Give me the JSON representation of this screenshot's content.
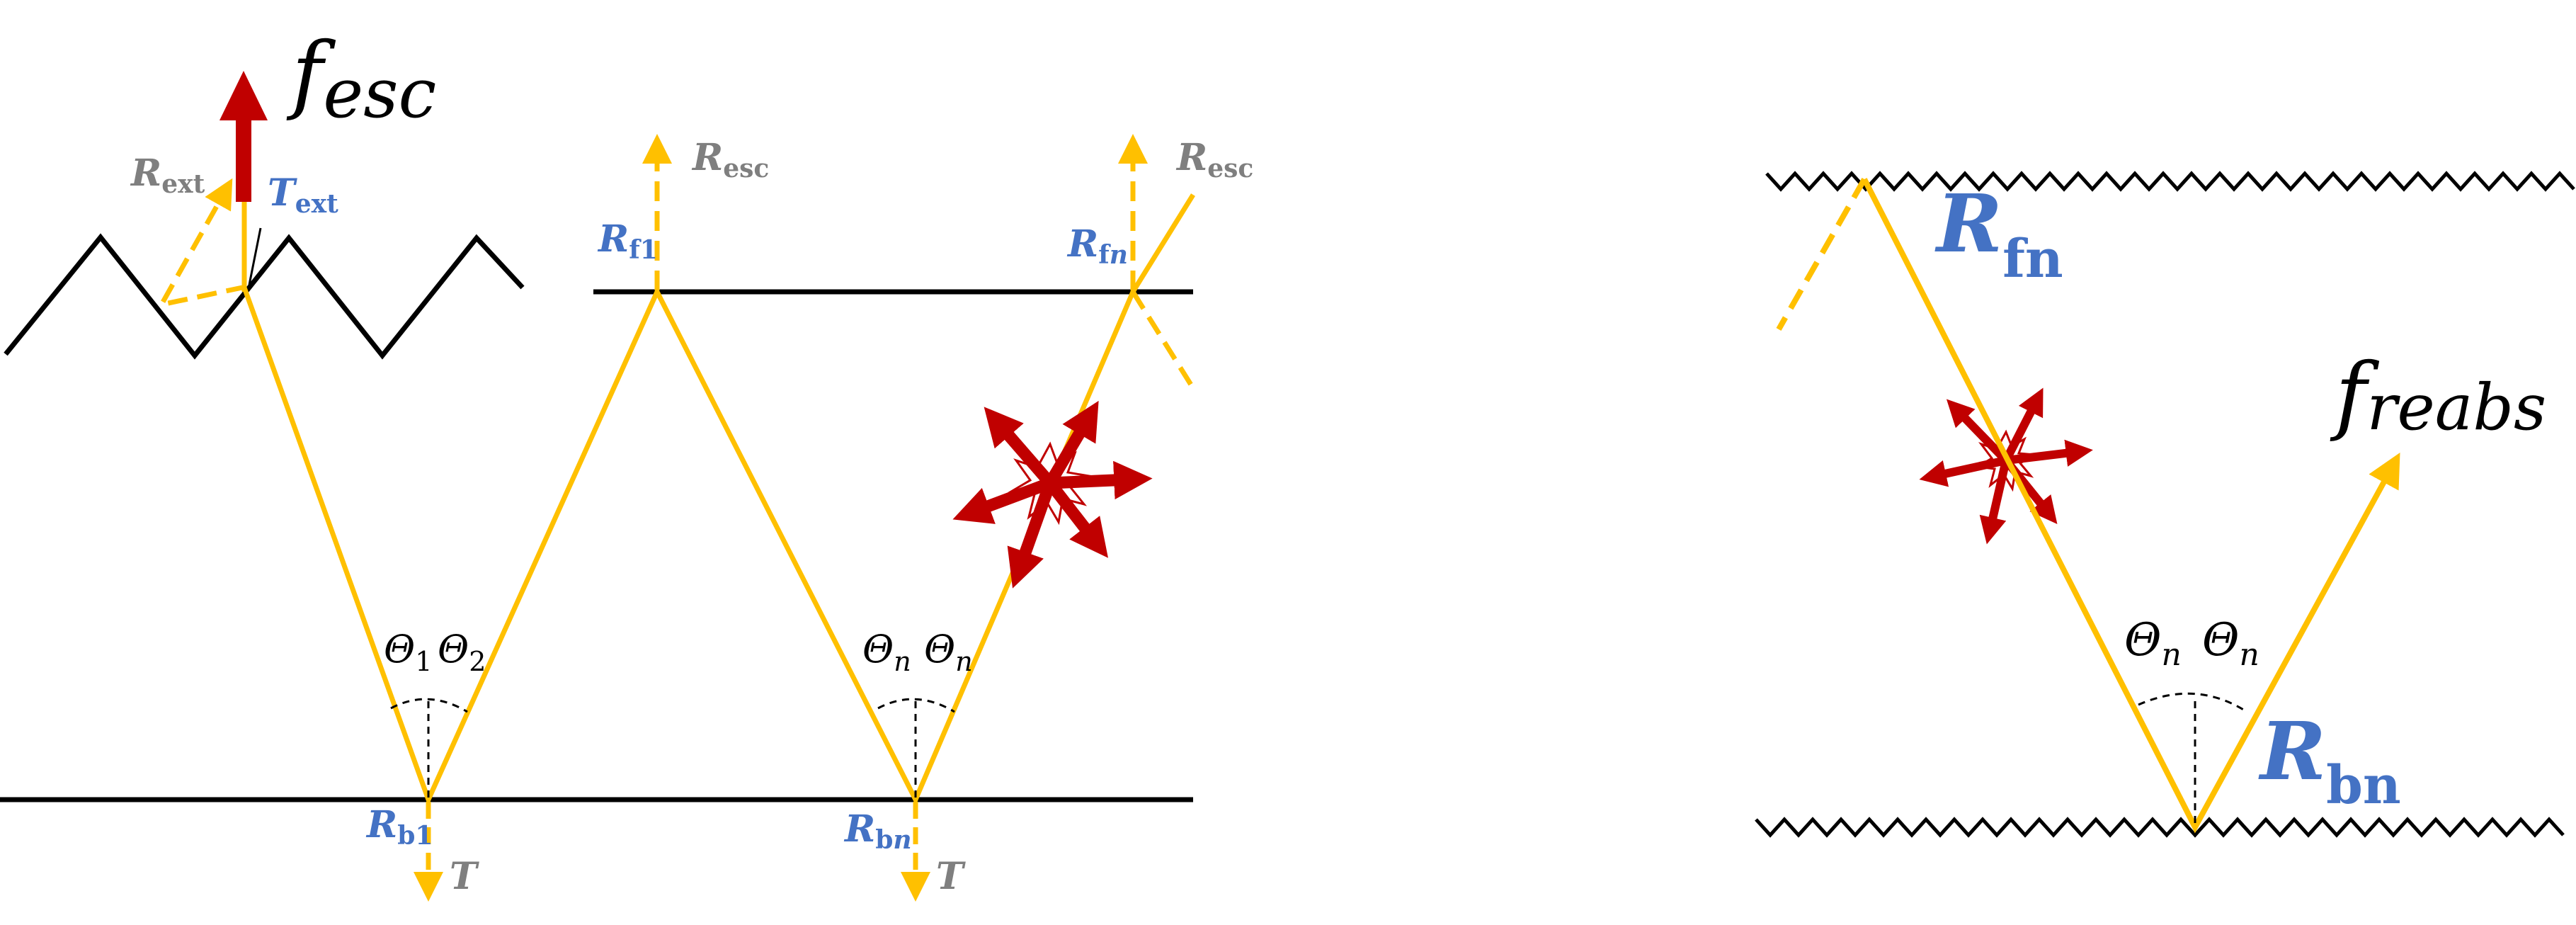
{
  "colors": {
    "ray": "#FFC000",
    "label_blue": "#4472C4",
    "label_gray": "#7F7F7F",
    "arrow_red": "#C00000",
    "line_black": "#000000"
  },
  "labels": {
    "f_esc_main": "f",
    "f_esc_sub": "esc",
    "R_ext_main": "R",
    "R_ext_sub": "ext",
    "T_ext_main": "T",
    "T_ext_sub": "ext",
    "R_esc1_main": "R",
    "R_esc1_sub": "esc",
    "R_esc2_main": "R",
    "R_esc2_sub": "esc",
    "R_f1_main": "R",
    "R_f1_sub": "f1",
    "R_fn_small_main": "R",
    "R_fn_small_sub1": "f",
    "R_fn_small_sub2": "n",
    "R_b1_main": "R",
    "R_b1_sub": "b1",
    "R_bn_small_main": "R",
    "R_bn_small_sub1": "b",
    "R_bn_small_sub2": "n",
    "T_1": "T",
    "T_2": "T",
    "theta1_main": "Θ",
    "theta1_sub": "1",
    "theta2_main": "Θ",
    "theta2_sub": "2",
    "thetan_a_main": "Θ",
    "thetan_a_sub": "n",
    "thetan_b_main": "Θ",
    "thetan_b_sub": "n",
    "R_fn_big_main": "R",
    "R_fn_big_sub": "fn",
    "R_bn_big_main": "R",
    "R_bn_big_sub": "bn",
    "thetan_c_main": "Θ",
    "thetan_c_sub": "n",
    "thetan_d_main": "Θ",
    "thetan_d_sub": "n",
    "f_reabs_main": "f",
    "f_reabs_sub": "reabs"
  }
}
